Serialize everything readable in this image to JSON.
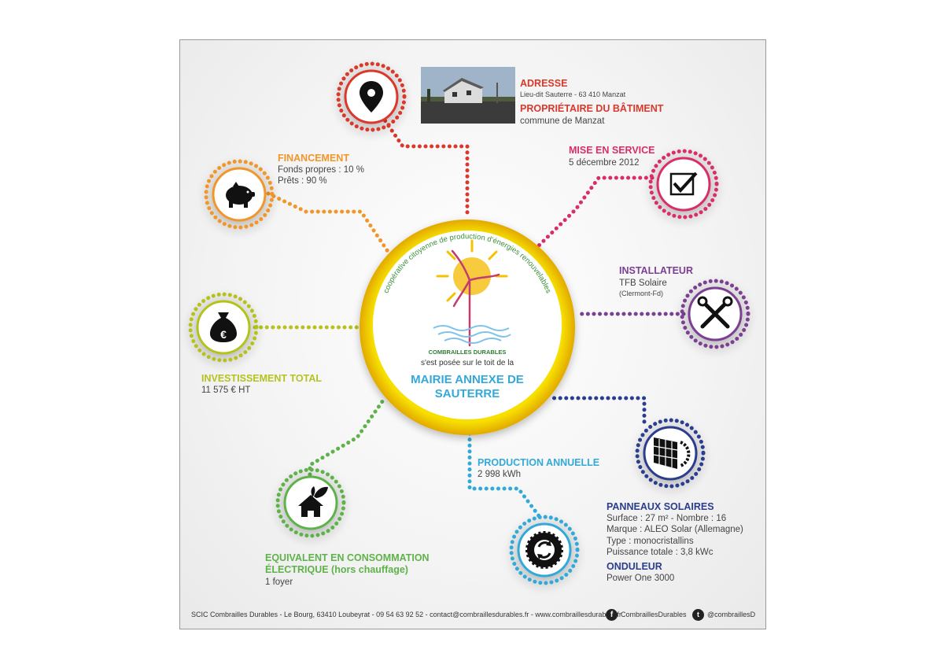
{
  "adresse": {
    "title": "ADRESSE",
    "value": "Lieu-dit Sauterre - 63 410 Manzat"
  },
  "proprietaire": {
    "title": "PROPRIÉTAIRE DU BÂTIMENT",
    "value": "commune de Manzat"
  },
  "mise_en_service": {
    "title": "MISE EN SERVICE",
    "value": "5 décembre 2012"
  },
  "financement": {
    "title": "FINANCEMENT",
    "line1": "Fonds propres : 10 %",
    "line2": "Prêts : 90 %"
  },
  "installateur": {
    "title": "INSTALLATEUR",
    "value": "TFB Solaire",
    "sub": "(Clermont-Fd)"
  },
  "investissement": {
    "title": "INVESTISSEMENT TOTAL",
    "value": "11 575 € HT"
  },
  "center": {
    "arc_text": "coopérative citoyenne de production d'énergies renouvelables",
    "brand": "COMBRAILLES DURABLES",
    "intro": "s'est posée sur le toit de la",
    "title1": "MAIRIE ANNEXE DE",
    "title2": "SAUTERRE"
  },
  "production": {
    "title": "PRODUCTION ANNUELLE",
    "value": "2 998 kWh"
  },
  "panneaux": {
    "title": "PANNEAUX SOLAIRES",
    "line1": "Surface : 27 m² - Nombre : 16",
    "line2": "Marque : ALEO Solar (Allemagne)",
    "line3": "Type : monocristallins",
    "line4": "Puissance totale : 3,8 kWc"
  },
  "onduleur": {
    "title": "ONDULEUR",
    "value": "Power One 3000"
  },
  "equivalent": {
    "title1": "EQUIVALENT EN CONSOMMATION",
    "title2": "ÉLECTRIQUE (hors chauffage)",
    "value": "1 foyer"
  },
  "footer": {
    "contact": "SCIC Combrailles Durables - Le Bourg, 63410 Loubeyrat - 09 54 63 92 52 - contact@combraillesdurables.fr - www.combraillesdurables.fr",
    "facebook": "CombraillesDurables",
    "twitter": "@combraillesD"
  },
  "colors": {
    "red": "#d9382b",
    "orange": "#f0962a",
    "pink": "#d92d6b",
    "purple": "#7b3f93",
    "olive": "#b5c21f",
    "blue": "#33a9d9",
    "navy": "#2a3d8f",
    "green": "#5fb24a",
    "yellow": "#f5d000"
  },
  "icons": [
    "map-pin-icon",
    "piggy-bank-icon",
    "checkbox-icon",
    "tools-icon",
    "money-bag-icon",
    "solar-panel-icon",
    "house-leaf-icon",
    "energy-cycle-icon"
  ]
}
